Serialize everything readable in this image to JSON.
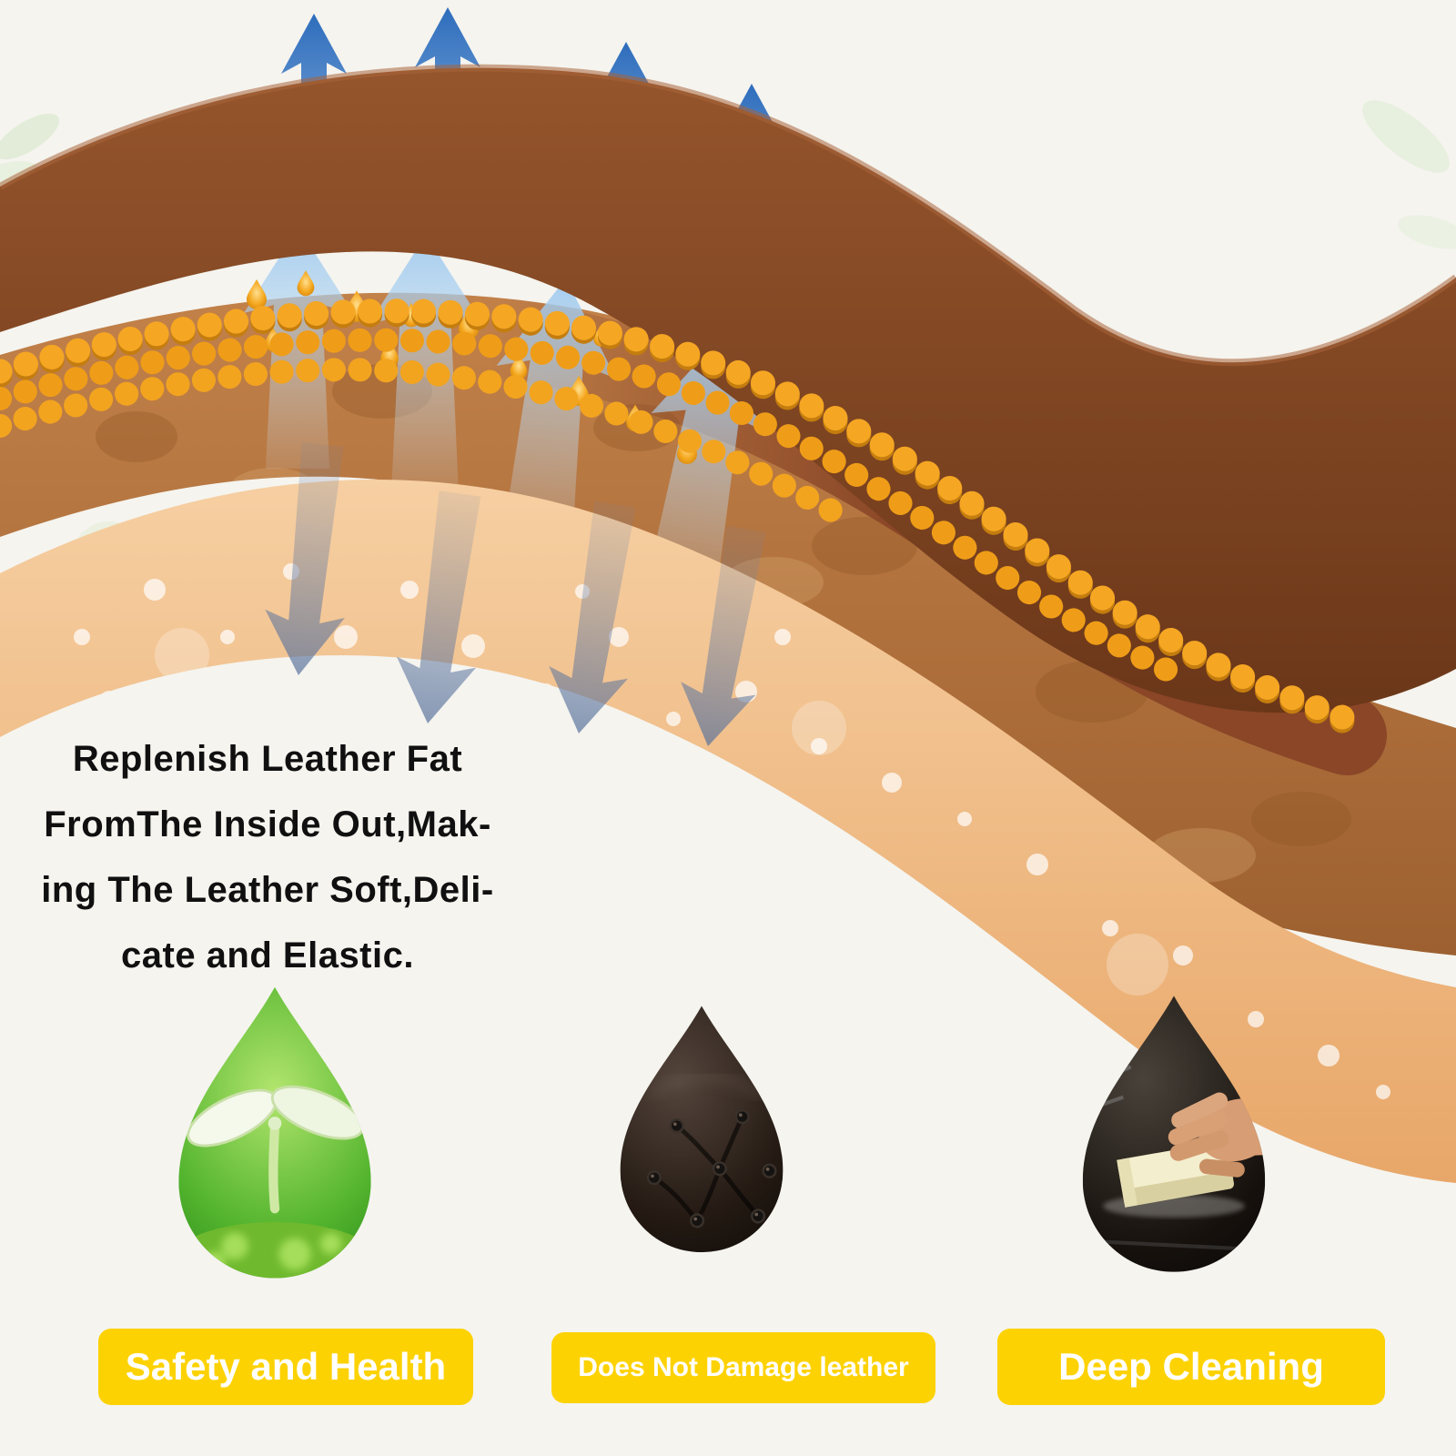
{
  "tagline": {
    "lines": [
      "Replenish Leather Fat",
      "FromThe Inside Out,Mak-",
      "ing The Leather Soft,Deli-",
      "cate and Elastic."
    ]
  },
  "features": [
    {
      "icon": "sprout-droplet-icon",
      "label": "Safety and Health"
    },
    {
      "icon": "leather-droplet-icon",
      "label": "Does Not Damage leather"
    },
    {
      "icon": "sponge-droplet-icon",
      "label": "Deep Cleaning"
    }
  ],
  "colors": {
    "badge_yellow": "#fdd203",
    "badge_text": "#ffffff",
    "leather_dark": "#7a4424",
    "leather_mid": "#b07540",
    "leather_light": "#f0c096",
    "bead_gold": "#f0a31c",
    "arrow_blue": "#3f74bf",
    "tagline_text": "#101010",
    "background": "#f5f4ef"
  }
}
